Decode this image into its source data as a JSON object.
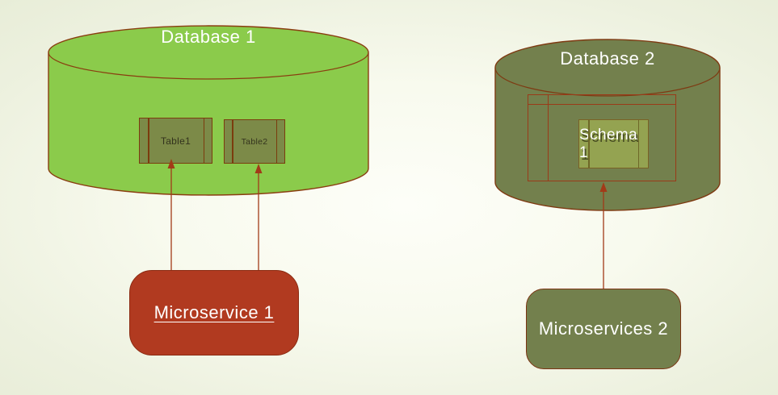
{
  "slide": {
    "background": {
      "center_color": "#FCFDF5",
      "edge_color": "#E8EDD8"
    },
    "left_group": {
      "database": {
        "label": "Database 1",
        "fill": "#8BCB4B",
        "border": "#8A3D10",
        "label_color": "#FFFFFF"
      },
      "tables": [
        {
          "label": "Table1",
          "fill": "#7C8A48",
          "border": "#7B3C0E",
          "text_color": "#33331D"
        },
        {
          "label": "Table2",
          "fill": "#7C8A48",
          "border": "#7B3C0E",
          "text_color": "#33331D"
        }
      ],
      "service": {
        "label": "Microservice 1",
        "fill": "#B13A20",
        "border": "#8B2B12",
        "label_color": "#FFFFFF",
        "underlined": true
      }
    },
    "right_group": {
      "database": {
        "label": "Database 2",
        "fill": "#73804D",
        "border": "#7E3A12",
        "label_color": "#FFFFFF"
      },
      "schema": {
        "label": "Schema 1",
        "fill": "#94A351",
        "border": "#7A6226",
        "text_color": "#FFFFFF"
      },
      "frame": {
        "border": "#9A3A18"
      },
      "service": {
        "label": "Microservices 2",
        "fill": "#73804D",
        "border": "#7B3413",
        "label_color": "#FFFFFF"
      }
    },
    "arrows": {
      "color": "#A23A18",
      "connections": [
        {
          "from": "Microservice 1",
          "to": "Table1"
        },
        {
          "from": "Microservice 1",
          "to": "Table2"
        },
        {
          "from": "Microservices 2",
          "to": "Schema 1"
        }
      ]
    }
  }
}
